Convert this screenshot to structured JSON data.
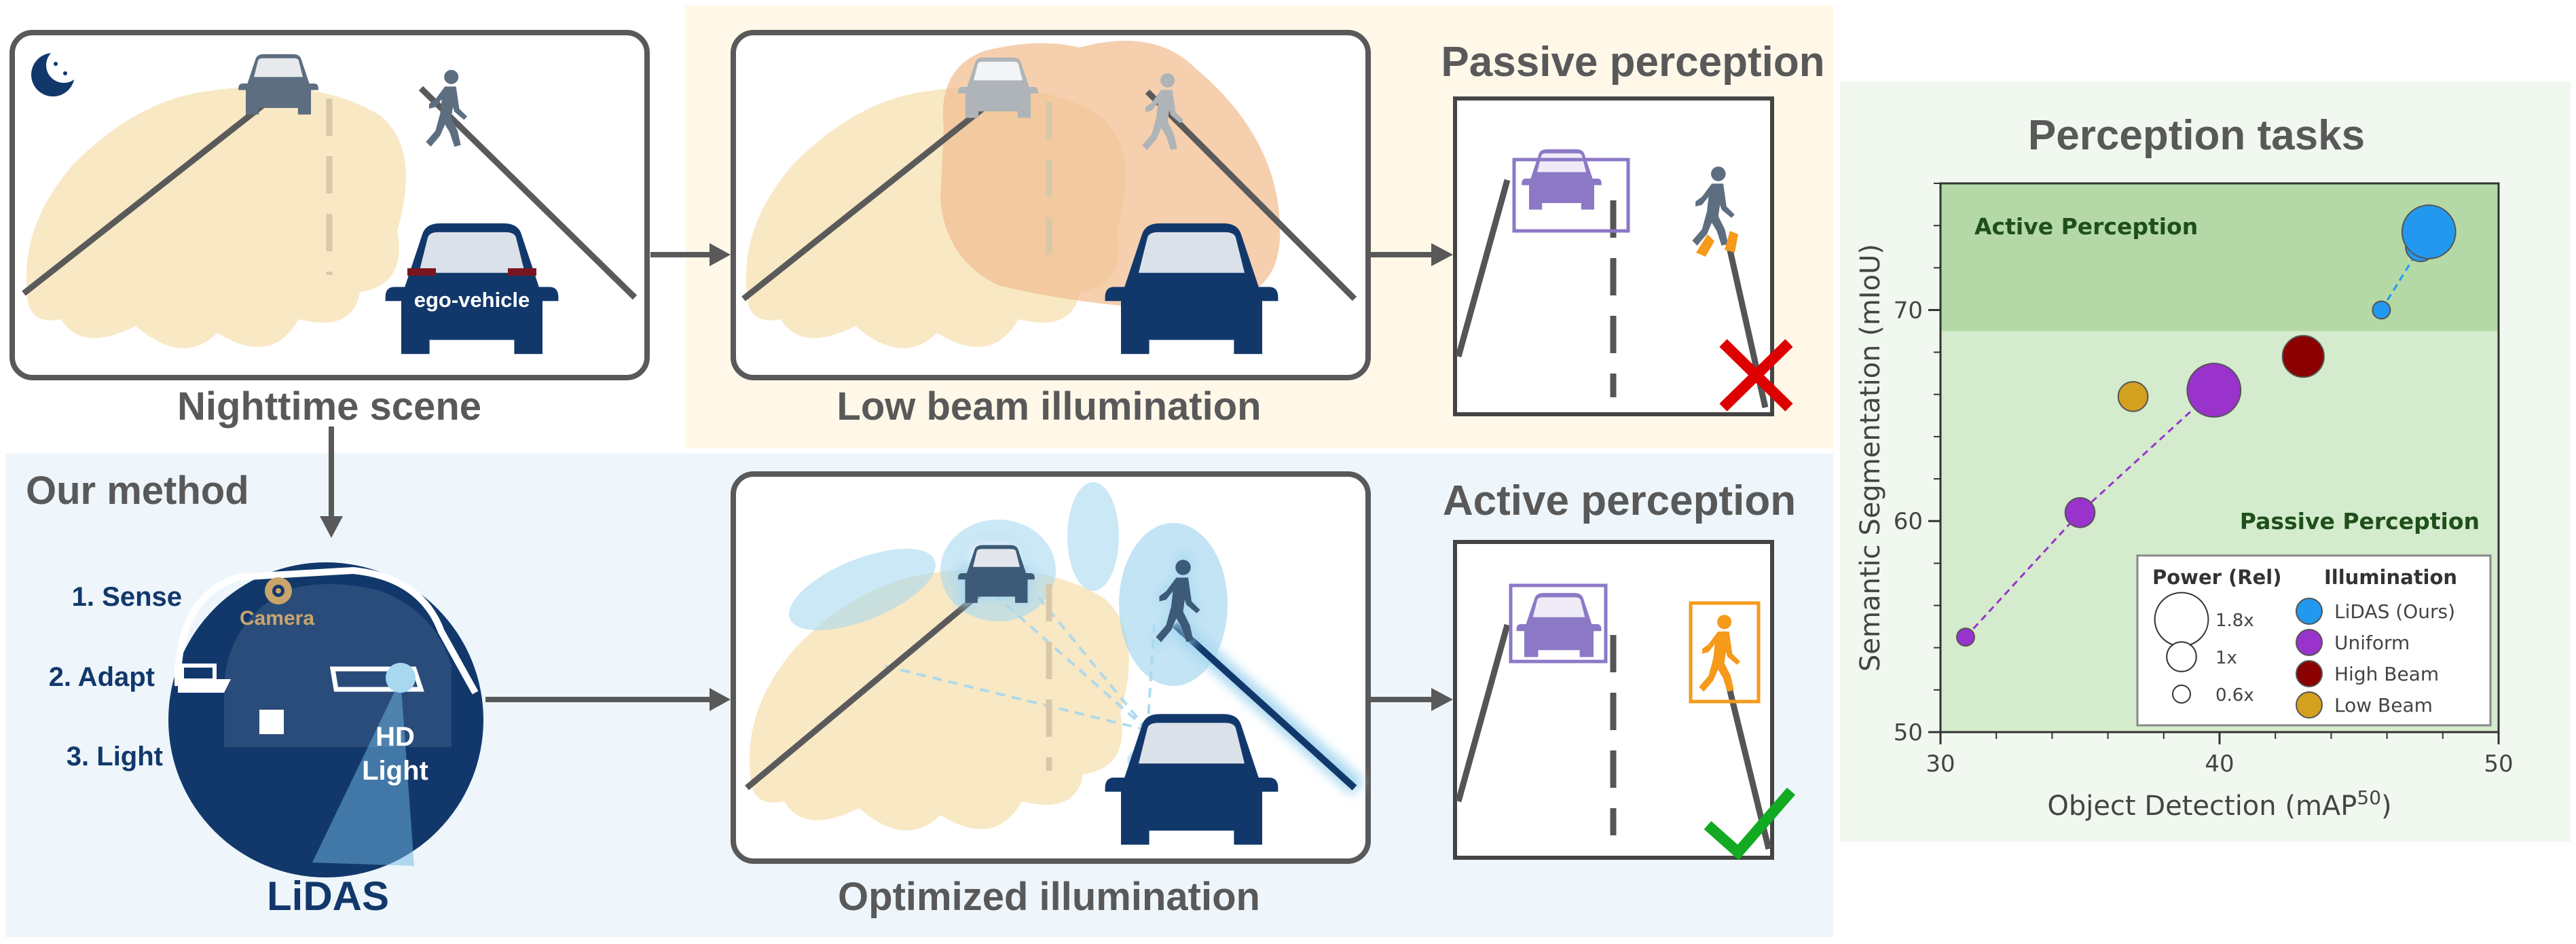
{
  "scene": {
    "nighttime_caption": "Nighttime scene",
    "ego_vehicle_label": "ego-vehicle",
    "lowbeam_caption": "Low beam illumination",
    "passive_title": "Passive perception",
    "method_title": "Our method",
    "steps": [
      "1. Sense",
      "2. Adapt",
      "3. Light"
    ],
    "camera_label": "Camera",
    "hd_light_label": [
      "HD",
      "Light"
    ],
    "lidas_caption": "LiDAS",
    "optimized_caption": "Optimized illumination",
    "active_title": "Active perception"
  },
  "colors": {
    "navy": "#12386b",
    "beam": "#f8e8c4",
    "lowbeam_orange": "#f2bf93",
    "blue_glow": "#a8d8f0",
    "passive_bg": "#fff8e9",
    "method_bg": "#eef6fb",
    "fail": "#dd0000",
    "success": "#11aa22"
  },
  "chart_data": {
    "type": "scatter",
    "title": "Perception tasks",
    "xlabel": "Object Detection (mAP",
    "xlabel_sup": "50",
    "xlabel_close": ")",
    "ylabel": "Semantic Segmentation (mIoU)",
    "xlim": [
      30,
      50
    ],
    "ylim": [
      50,
      76
    ],
    "xticks": [
      30,
      40,
      50
    ],
    "yticks": [
      50,
      60,
      70
    ],
    "region_boundary_y": 69,
    "regions": [
      {
        "name": "Active Perception",
        "color": "#b4d9a6"
      },
      {
        "name": "Passive Perception",
        "color": "#d4ebcd"
      }
    ],
    "series": [
      {
        "name": "LiDAS (Ours)",
        "color": "#2299ee",
        "points": [
          {
            "x": 45.8,
            "y": 70.0,
            "power": 0.6
          },
          {
            "x": 47.2,
            "y": 73.0,
            "power": 1.0
          },
          {
            "x": 47.5,
            "y": 73.7,
            "power": 1.8
          }
        ]
      },
      {
        "name": "Uniform",
        "color": "#9933cc",
        "points": [
          {
            "x": 30.9,
            "y": 54.5,
            "power": 0.6
          },
          {
            "x": 35.0,
            "y": 60.4,
            "power": 1.0
          },
          {
            "x": 39.8,
            "y": 66.2,
            "power": 1.8
          }
        ]
      },
      {
        "name": "High Beam",
        "color": "#8b0000",
        "points": [
          {
            "x": 43.0,
            "y": 67.8,
            "power": 1.4
          }
        ]
      },
      {
        "name": "Low Beam",
        "color": "#d4a020",
        "points": [
          {
            "x": 36.9,
            "y": 65.9,
            "power": 1.0
          }
        ]
      }
    ],
    "legend": {
      "power_title": "Power (Rel)",
      "power_labels": [
        "1.8x",
        "1x",
        "0.6x"
      ],
      "illumination_title": "Illumination"
    }
  }
}
